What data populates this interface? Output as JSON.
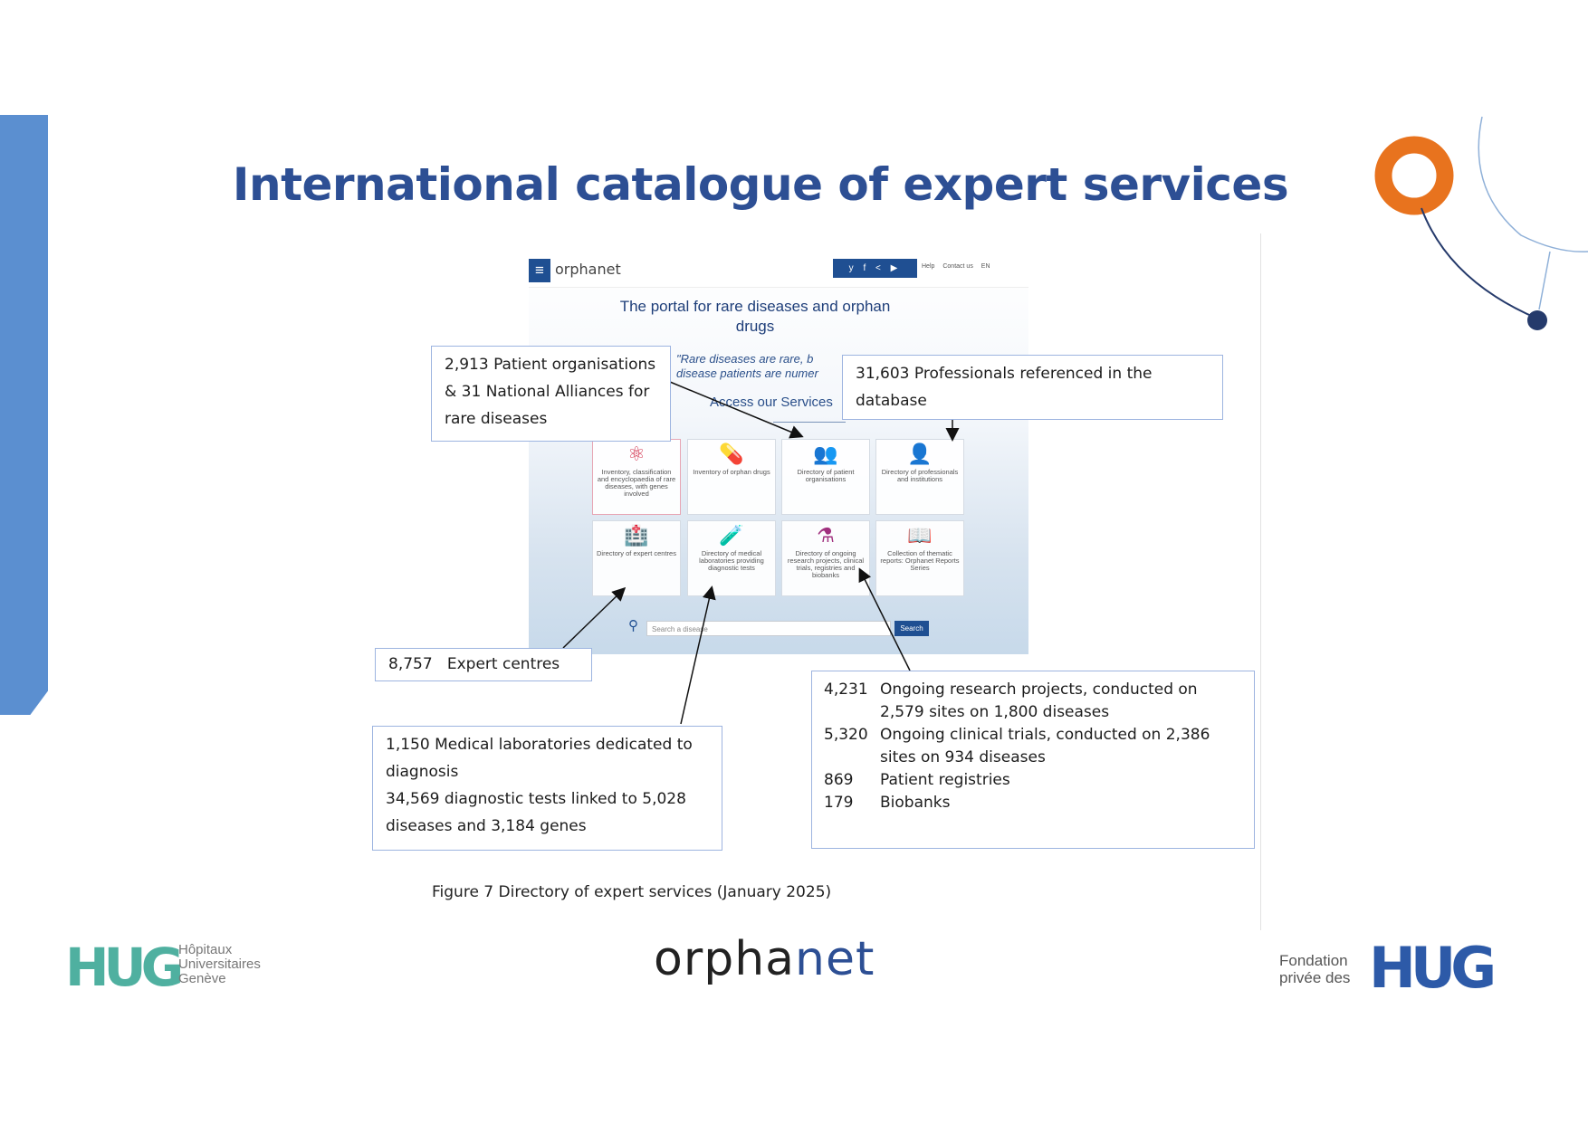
{
  "title": "International catalogue of expert services",
  "screenshot": {
    "logo": "orphanet",
    "menu_icon": "menu-icon",
    "social_icons": "y f < ▶",
    "links": [
      "Help",
      "Contact us",
      "EN"
    ],
    "portal_line1": "The portal for rare diseases and orphan",
    "portal_line2": "drugs",
    "quote_line1": "\"Rare diseases are rare, b",
    "quote_line2": "disease patients are numer",
    "access": "Access our Services",
    "tiles": [
      {
        "icon": "molecule-icon",
        "glyph": "⚛",
        "color": "#d2334e",
        "label": "Inventory, classification and encyclopaedia of rare diseases, with genes involved"
      },
      {
        "icon": "pills-icon",
        "glyph": "💊",
        "color": "#2f9e5a",
        "label": "Inventory of orphan drugs"
      },
      {
        "icon": "people-icon",
        "glyph": "👥",
        "color": "#7a1f4e",
        "label": "Directory of patient organisations"
      },
      {
        "icon": "doctor-icon",
        "glyph": "👤",
        "color": "#1c7f93",
        "label": "Directory of professionals and institutions"
      },
      {
        "icon": "hospital-icon",
        "glyph": "🏥",
        "color": "#2a5fa8",
        "label": "Directory of expert centres"
      },
      {
        "icon": "test-tube-icon",
        "glyph": "🧪",
        "color": "#6a3fa0",
        "label": "Directory of medical laboratories providing diagnostic tests"
      },
      {
        "icon": "flask-icon",
        "glyph": "⚗",
        "color": "#a0307e",
        "label": "Directory of ongoing research projects, clinical trials, registries and biobanks"
      },
      {
        "icon": "book-icon",
        "glyph": "📖",
        "color": "#2a5fa8",
        "label": "Collection of thematic reports: Orphanet Reports Series"
      }
    ],
    "search_placeholder": "Search a disease",
    "search_button": "Search"
  },
  "callouts": {
    "patient_orgs": "2,913 Patient organisations & 31 National Alliances for rare diseases",
    "professionals": "31,603 Professionals referenced in the database",
    "expert_centres": "8,757   Expert centres",
    "labs_line1": "1,150   Medical laboratories dedicated to diagnosis",
    "labs_line2": "34,569 diagnostic tests linked to 5,028 diseases and 3,184 genes",
    "research": [
      {
        "num": "4,231",
        "text": "Ongoing research projects, conducted on 2,579 sites on 1,800 diseases"
      },
      {
        "num": "5,320",
        "text": "Ongoing clinical trials, conducted on 2,386 sites on 934 diseases"
      },
      {
        "num": "869",
        "text": "Patient registries"
      },
      {
        "num": "179",
        "text": "Biobanks"
      }
    ]
  },
  "caption": "Figure 7 Directory of expert services (January 2025)",
  "footer": {
    "hug_left": "HUG",
    "hug_left_sub1": "Hôpitaux",
    "hug_left_sub2": "Universitaires",
    "hug_left_sub3": "Genève",
    "orphanet_a": "orpha",
    "orphanet_b": "net",
    "fondation1": "Fondation",
    "fondation2": "privée des",
    "hug_right": "HUG"
  },
  "colors": {
    "title": "#2d4f94",
    "side_bar": "#5b8fd0",
    "orange": "#e8731e",
    "callout_border": "#9db4e0"
  }
}
